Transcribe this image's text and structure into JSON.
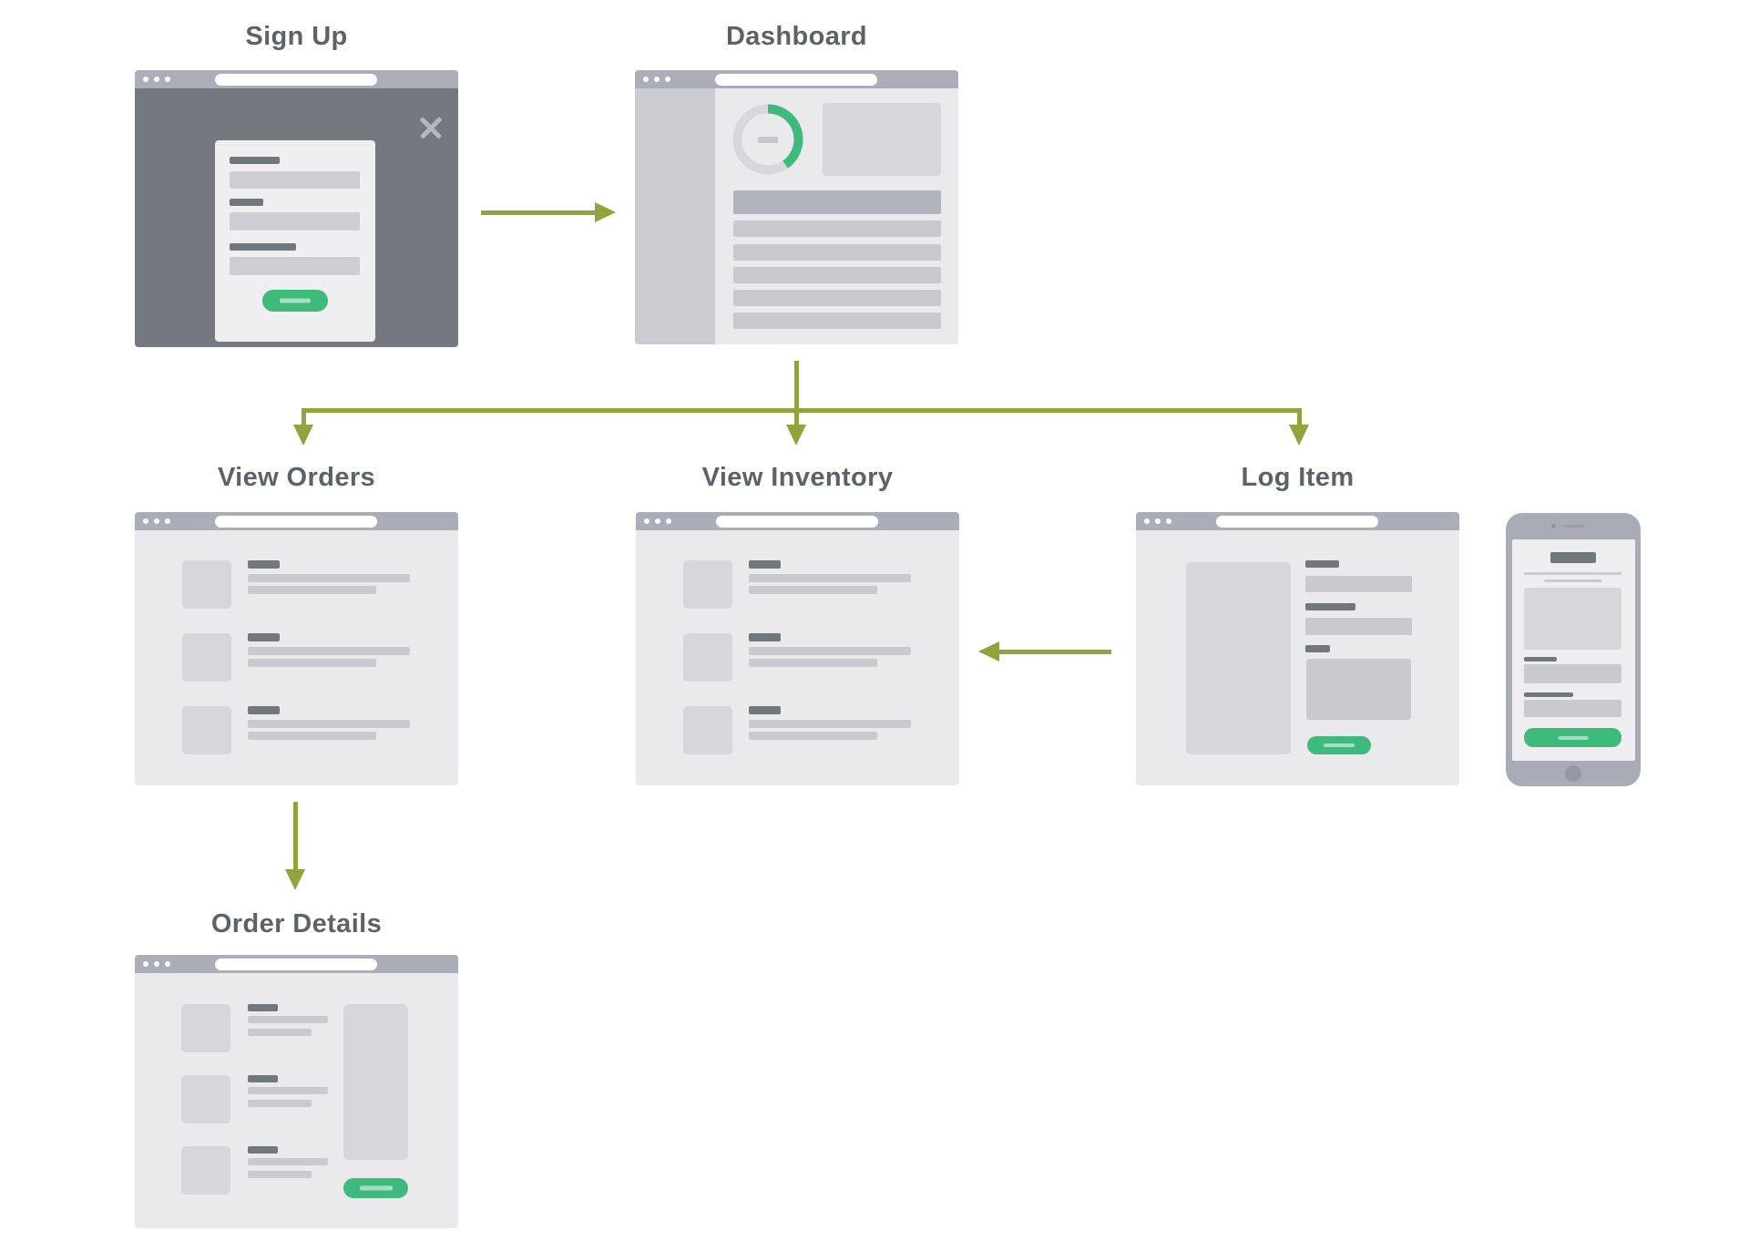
{
  "colors": {
    "arrow": "#8fa43c",
    "heading": "#5d6269",
    "chrome": "#abadb9",
    "window-body": "#eaeaec",
    "sidebar": "#cbccd2",
    "bar-dark": "#72767d",
    "bar-light": "#c9c9cf",
    "block": "#d6d6db",
    "table-header": "#b1b3bd",
    "overlay": "#75787e",
    "modal": "#efeff1",
    "close": "#b6b8bd",
    "green": "#3eba7d",
    "green-dash": "#a6ddc4",
    "phone-body": "#a9abb6",
    "phone-accent": "#9599a6",
    "donut-ring": "#d8d8dc"
  },
  "icons": {
    "close": "x",
    "browser_dots": "three circles",
    "donut_chart": "ring with green progress arc"
  },
  "nodes": [
    {
      "label": "Sign Up"
    },
    {
      "label": "Dashboard"
    },
    {
      "label": "View Orders"
    },
    {
      "label": "View Inventory"
    },
    {
      "label": "Log Item"
    },
    {
      "label": "Order Details"
    }
  ],
  "edges": [
    {
      "from": "Sign Up",
      "to": "Dashboard"
    },
    {
      "from": "Dashboard",
      "to": "View Orders"
    },
    {
      "from": "Dashboard",
      "to": "View Inventory"
    },
    {
      "from": "Dashboard",
      "to": "Log Item"
    },
    {
      "from": "Log Item",
      "to": "View Inventory"
    },
    {
      "from": "View Orders",
      "to": "Order Details"
    }
  ]
}
